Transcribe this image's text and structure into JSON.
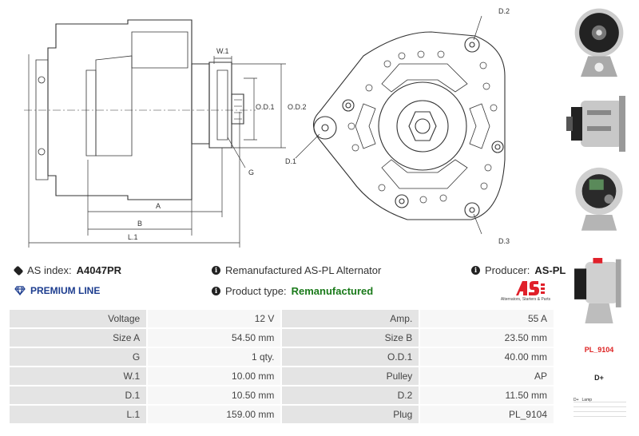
{
  "drawing": {
    "labels": {
      "w1": "W.1",
      "od1": "O.D.1",
      "od2": "O.D.2",
      "g": "G",
      "a": "A",
      "b": "B",
      "l1": "L.1",
      "d1": "D.1",
      "d2": "D.2",
      "d3": "D.3"
    }
  },
  "info": {
    "as_index_label": "AS index:",
    "as_index_value": "A4047PR",
    "description": "Remanufactured AS-PL Alternator",
    "producer_label": "Producer:",
    "producer_value": "AS-PL",
    "premium_line": "PREMIUM LINE",
    "product_type_label": "Product type:",
    "product_type_value": "Remanufactured"
  },
  "logo": {
    "tagline": "Alternators, Starters & Parts",
    "brand_color": "#e0202a"
  },
  "specs": {
    "rows": [
      {
        "l1": "Voltage",
        "v1": "12 V",
        "l2": "Amp.",
        "v2": "55 A"
      },
      {
        "l1": "Size A",
        "v1": "54.50 mm",
        "l2": "Size B",
        "v2": "23.50 mm"
      },
      {
        "l1": "G",
        "v1": "1 qty.",
        "l2": "O.D.1",
        "v2": "40.00 mm"
      },
      {
        "l1": "W.1",
        "v1": "10.00 mm",
        "l2": "Pulley",
        "v2": "AP"
      },
      {
        "l1": "D.1",
        "v1": "10.50 mm",
        "l2": "D.2",
        "v2": "11.50 mm"
      },
      {
        "l1": "L.1",
        "v1": "159.00 mm",
        "l2": "Plug",
        "v2": "PL_9104"
      }
    ]
  },
  "sidebar": {
    "plug_label": "PL_9104",
    "dplus_label": "D+",
    "lamp_rows": [
      "D+",
      "Lamp"
    ]
  }
}
